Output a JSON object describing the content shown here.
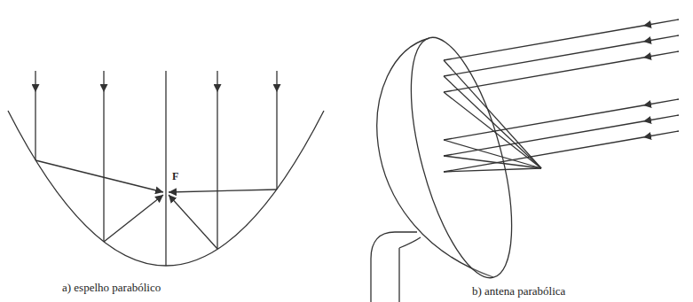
{
  "diagram": {
    "labels": [
      "F",
      "a) espelho parabólico",
      "b) antena parabólica"
    ]
  }
}
